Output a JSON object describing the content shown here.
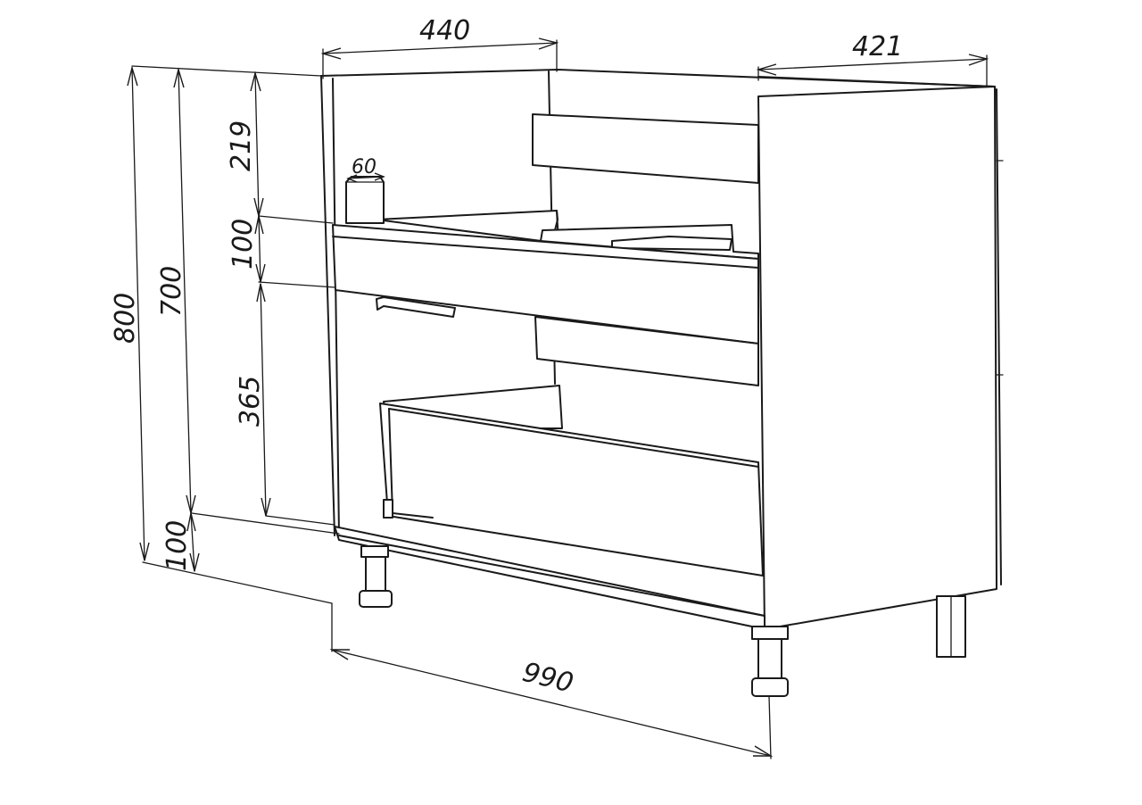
{
  "dimensions": {
    "top_depth": "440",
    "side_depth": "421",
    "total_height": "800",
    "body_height": "700",
    "top_gap": "219",
    "drawer_height": "100",
    "lower_gap": "365",
    "plinth_height": "100",
    "width": "990",
    "siphon_width": "60"
  },
  "colors": {
    "line": "#1a1a1a",
    "background": "#ffffff"
  }
}
